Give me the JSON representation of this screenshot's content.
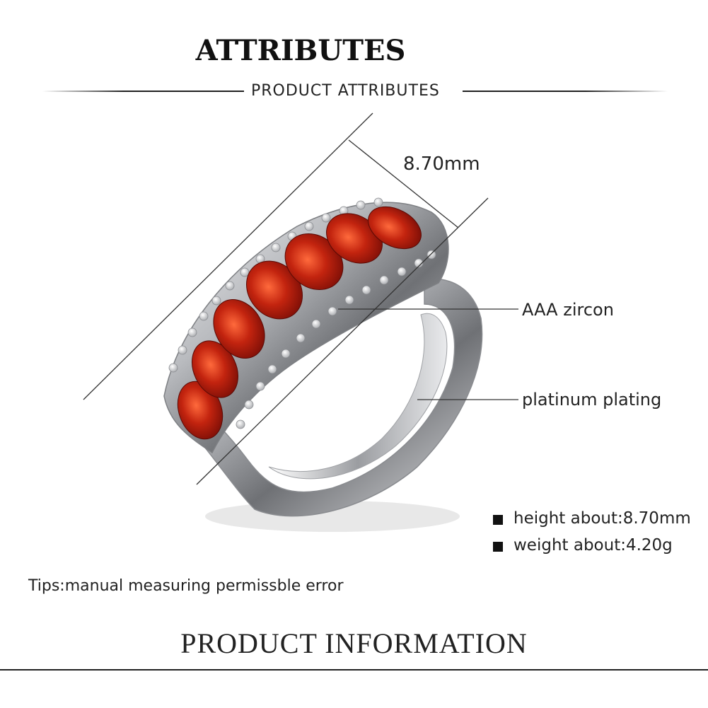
{
  "header": {
    "title": "ATTRIBUTES",
    "subtitle": "PRODUCT ATTRIBUTES"
  },
  "callouts": {
    "width_measure": "8.70mm",
    "zircon": "AAA zircon",
    "plating": "platinum plating"
  },
  "specs": [
    {
      "text": "height about:8.70mm"
    },
    {
      "text": "weight about:4.20g"
    }
  ],
  "tips": "Tips:manual measuring permissble error",
  "footer": {
    "title": "PRODUCT INFORMATION"
  },
  "colors": {
    "gem": "#b3200f",
    "metal": "#c8cacd"
  }
}
